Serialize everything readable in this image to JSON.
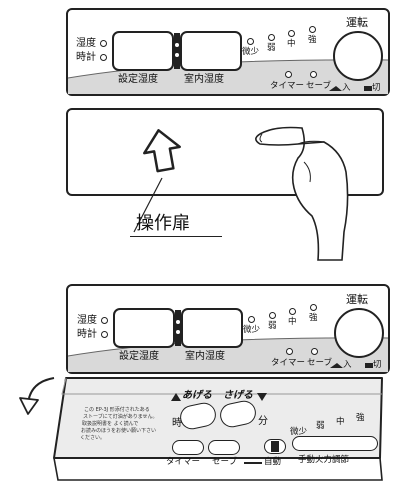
{
  "top_panel": {
    "humidity_label": "湿度",
    "clock_label": "時計",
    "set_humidity_label": "設定湿度",
    "room_humidity_label": "室内湿度",
    "level_labels": [
      "微少",
      "弱",
      "中",
      "強"
    ],
    "timer_label": "タイマー",
    "save_label": "セーブ",
    "run_label": "運転",
    "on_label": "入",
    "off_label": "切"
  },
  "cover_caption": "操作扉",
  "bottom_panel": {
    "humidity_label": "湿度",
    "clock_label": "時計",
    "set_humidity_label": "設定湿度",
    "room_humidity_label": "室内湿度",
    "level_labels": [
      "微少",
      "弱",
      "中",
      "強"
    ],
    "timer_label": "タイマー",
    "save_label": "セーブ",
    "run_label": "運転",
    "on_label": "入",
    "off_label": "切"
  },
  "open_door": {
    "up_label": "あげる",
    "down_label": "さげる",
    "hour_label": "時",
    "minute_label": "分",
    "notice_lines": [
      "この EP-3J 形添付されたある",
      "ストーブにて灯油がありません。",
      "取扱説明書を よく読んで",
      "お読みのほうをお使い願い下さい",
      "ください。"
    ],
    "level_labels": [
      "微少",
      "弱",
      "中",
      "強"
    ],
    "timer_label": "タイマー",
    "save_label": "セーブ",
    "auto_label": "自動",
    "manual_label": "手動火力調節"
  }
}
